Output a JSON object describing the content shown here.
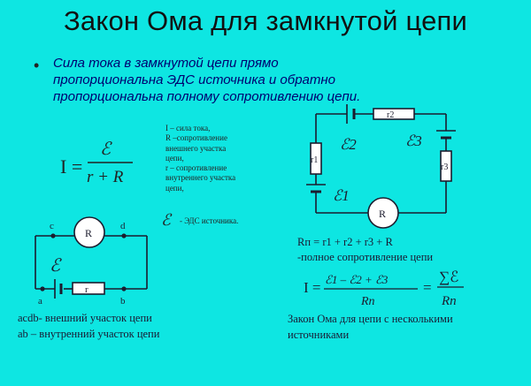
{
  "title": "Закон Ома для замкнутой цепи",
  "bullet": "Сила тока в замкнутой цепи прямо пропорциональна ЭДС источника и обратно пропорциональна полному сопротивлению цепи.",
  "formula1": {
    "lhs": "I =",
    "numerator": "ℰ",
    "denominator": "r + R"
  },
  "legend": [
    "I – сила тока,",
    "R –сопротивление",
    "внешнего участка",
    "цепи,",
    "r – сопротивление",
    "внутреннего участка",
    "цепи,"
  ],
  "emf_symbol": "ℰ",
  "emf_note": "- ЭДС источника.",
  "circuit1": {
    "resistor_R": "R",
    "resistor_r": "r",
    "nodes": [
      "c",
      "d",
      "a",
      "b"
    ],
    "emf": "ℰ"
  },
  "captions_left": [
    "acdb- внешний участок цепи",
    "ab – внутренний участок цепи"
  ],
  "circuit2": {
    "resistor_r1": "r1",
    "resistor_r2": "r2",
    "resistor_r3": "r3",
    "resistor_R": "R",
    "emf1": "ℰ1",
    "emf2": "ℰ2",
    "emf3": "ℰ3"
  },
  "rsum": "Rп = r1 + r2 + r3  + R",
  "rsum_note": "-полное сопротивление цепи",
  "formula2": {
    "lhs": "I =",
    "numerator": "ℰ1 – ℰ2 + ℰ3",
    "denominator": "Rп",
    "rhs_numerator": "∑ℰ",
    "rhs_denominator": "Rп"
  },
  "caption_right": "Закон Ома для цепи с несколькими источниками"
}
